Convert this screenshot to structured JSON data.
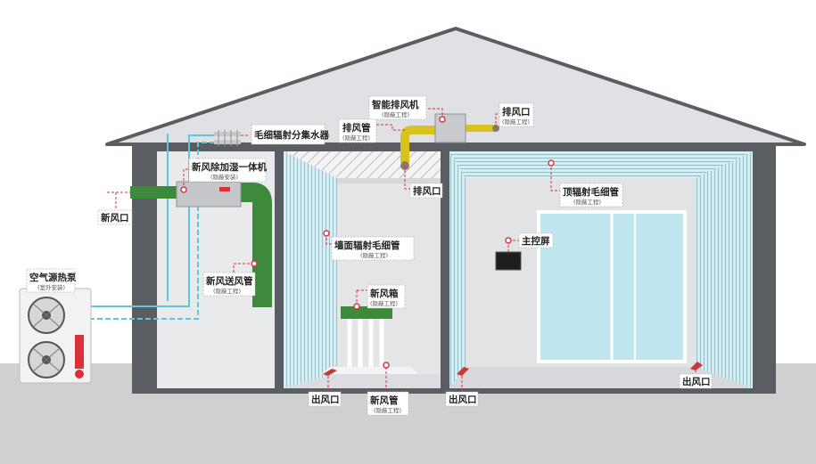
{
  "labels": {
    "capillary_manifold": {
      "title": "毛细辐射分集水器",
      "sub": ""
    },
    "smart_exhaust_fan": {
      "title": "智能排风机",
      "sub": "(隐蔽工程)"
    },
    "exhaust_duct": {
      "title": "排风管",
      "sub": "(隐蔽工程)"
    },
    "exhaust_outlet_top": {
      "title": "排风口",
      "sub": "(隐蔽工程)"
    },
    "fresh_air_dehumidifier": {
      "title": "新风除加湿一体机",
      "sub": "(隐蔽安装)"
    },
    "fresh_air_inlet": {
      "title": "新风口",
      "sub": ""
    },
    "exhaust_vent_ceiling": {
      "title": "排风口",
      "sub": ""
    },
    "ceiling_capillary": {
      "title": "顶辐射毛细管",
      "sub": "(隐蔽工程)"
    },
    "wall_capillary": {
      "title": "墙面辐射毛细管",
      "sub": "(隐蔽工程)"
    },
    "main_control_screen": {
      "title": "主控屏",
      "sub": ""
    },
    "air_source_heat_pump": {
      "title": "空气源热泵",
      "sub": "(室外安装)"
    },
    "fresh_air_supply_duct": {
      "title": "新风送风管",
      "sub": "(隐蔽工程)"
    },
    "fresh_air_box": {
      "title": "新风箱",
      "sub": "(隐蔽工程)"
    },
    "air_outlet_left": {
      "title": "出风口",
      "sub": ""
    },
    "fresh_air_pipe": {
      "title": "新风管",
      "sub": "(隐蔽工程)"
    },
    "air_outlet_middle": {
      "title": "出风口",
      "sub": ""
    },
    "air_outlet_right": {
      "title": "出风口",
      "sub": ""
    }
  },
  "colors": {
    "wall": "#5a5e63",
    "roof_fill": "#dfe1e4",
    "room_fill": "#e9eaec",
    "ground": "#cfd0d2",
    "duct_green": "#3e8a3c",
    "pipe_cyan": "#5fc7dc",
    "exhaust_yellow": "#d8c21e",
    "marker_red": "#d9303a"
  }
}
